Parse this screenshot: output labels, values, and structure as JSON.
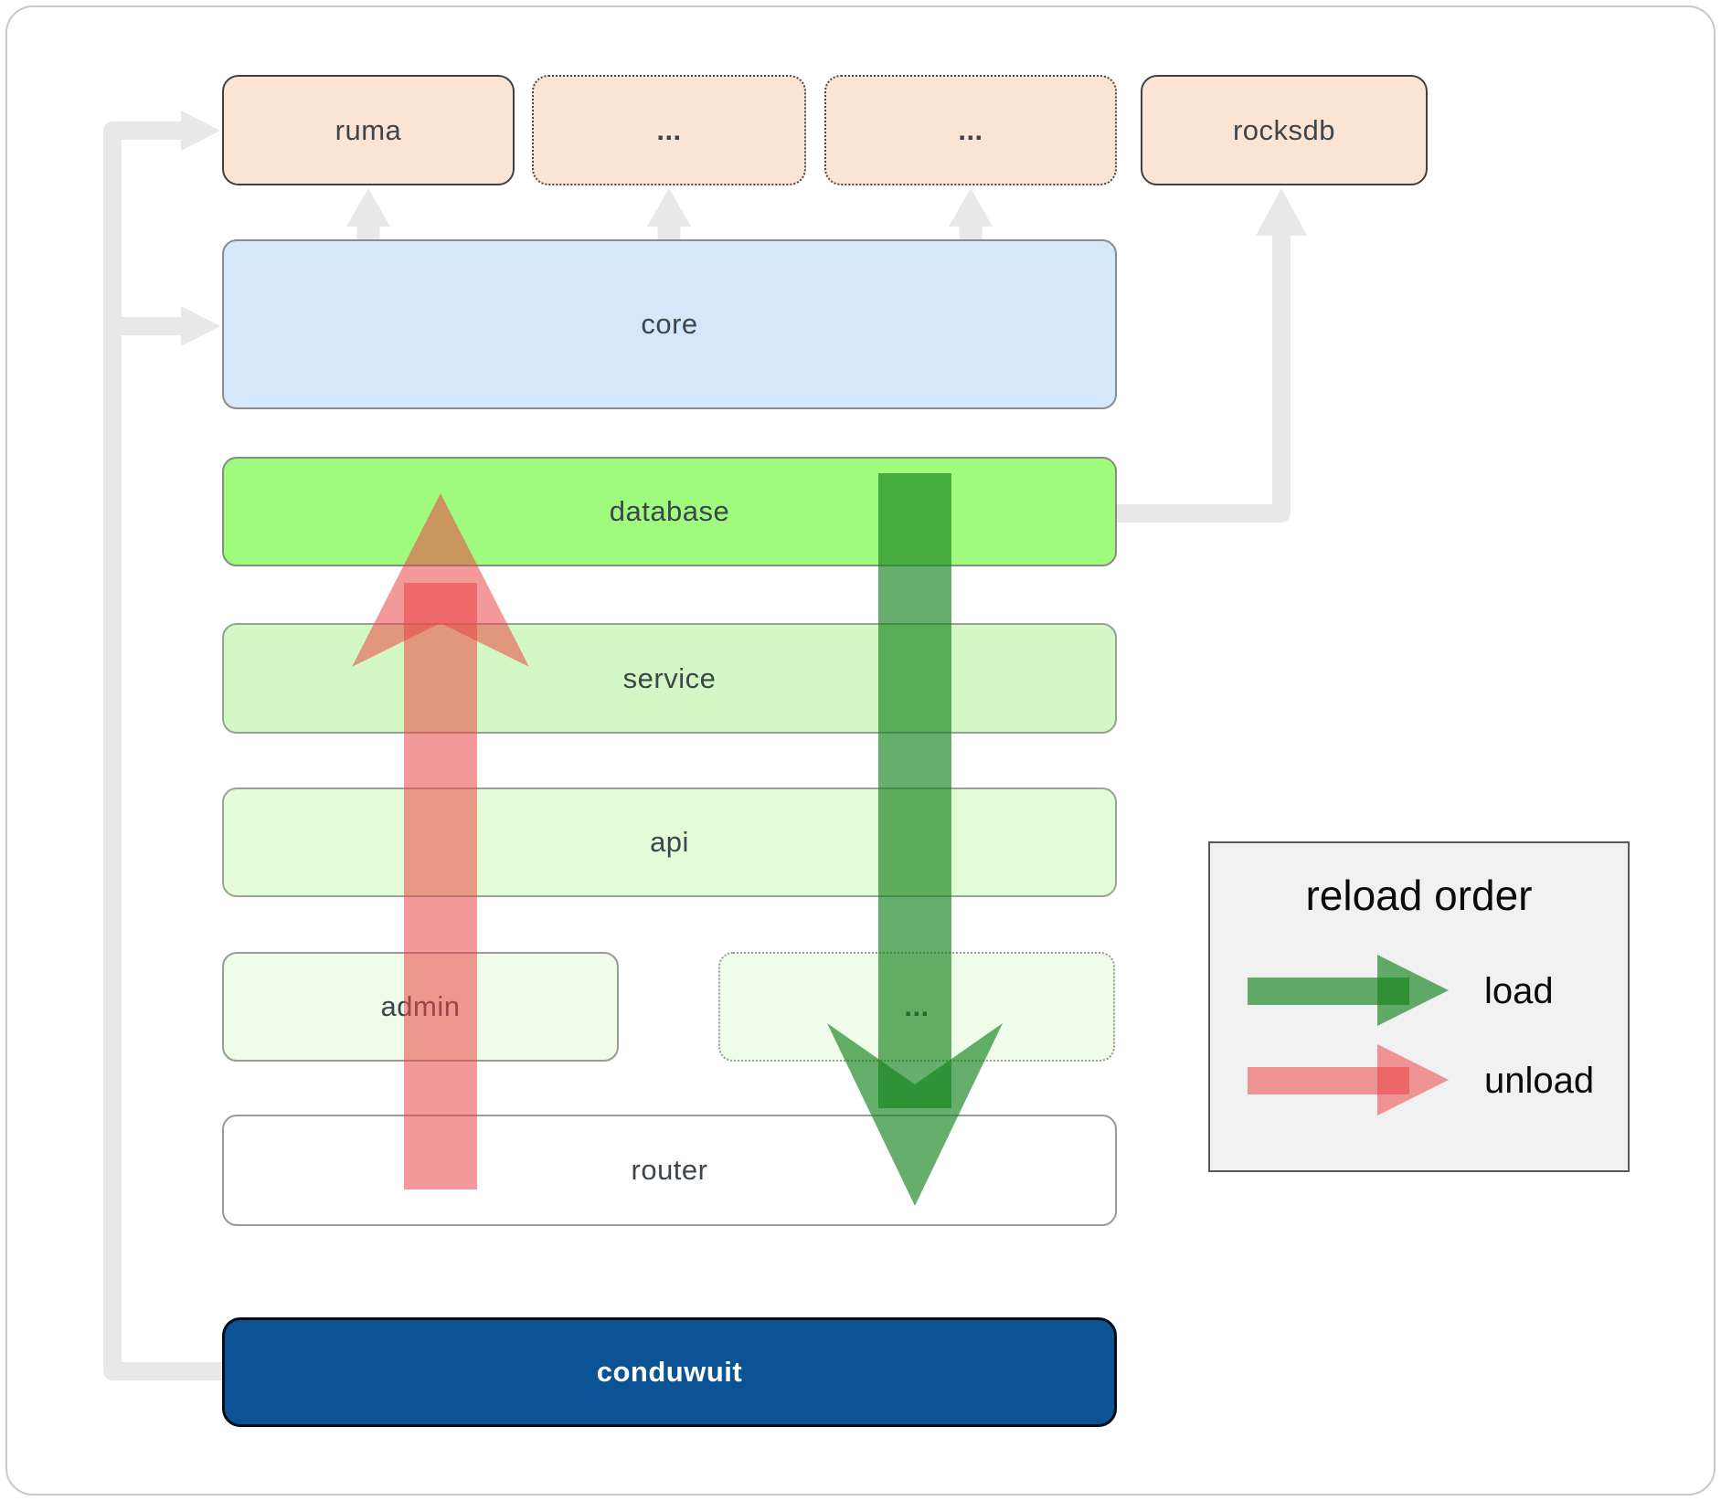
{
  "nodes": {
    "ruma": "ruma",
    "ellipsis_top_1": "...",
    "ellipsis_top_2": "...",
    "rocksdb": "rocksdb",
    "core": "core",
    "database": "database",
    "service": "service",
    "api": "api",
    "admin": "admin",
    "ellipsis_mid": "...",
    "router": "router",
    "conduwuit": "conduwuit"
  },
  "legend": {
    "title": "reload order",
    "items": [
      {
        "label": "load",
        "arrow": "green-right-arrow"
      },
      {
        "label": "unload",
        "arrow": "red-right-arrow"
      }
    ]
  },
  "arrows": {
    "load_direction": "database-down-to-router",
    "unload_direction": "router-up-to-database"
  },
  "icons": {
    "connector_style": "gray-elbow-arrows"
  },
  "colors": {
    "load_green": "rgba(20,130,28,0.65)",
    "unload_red": "rgba(235,70,70,0.55)",
    "connector_gray": "#e8e8e8",
    "node_peach": "#fce4d4",
    "node_blue": "#d5e8fb",
    "node_green_bright": "#a0fa7d",
    "node_green_light": "#d4f8c4",
    "node_green_lighter": "#e4fbd8",
    "node_green_palest": "#eefce9",
    "node_navy": "#0b5394",
    "legend_bg": "#f1f1f1",
    "label_dark": "#3d454d"
  }
}
